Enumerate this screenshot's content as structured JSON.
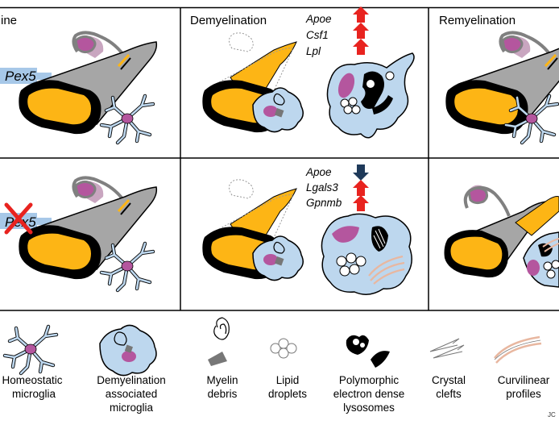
{
  "panels": {
    "baseline_label": "ine",
    "demyelination_label": "Demyelination",
    "remyelination_label": "Remyelination",
    "gene_label": "Pex5"
  },
  "demyelination_genes": {
    "top": [
      {
        "name": "Apoe",
        "direction": "up"
      },
      {
        "name": "Csf1",
        "direction": "up"
      },
      {
        "name": "Lpl",
        "direction": "up"
      }
    ],
    "bottom": [
      {
        "name": "Apoe",
        "direction": "down"
      },
      {
        "name": "Lgals3",
        "direction": "up"
      },
      {
        "name": "Gpnmb",
        "direction": "up"
      }
    ]
  },
  "legend": [
    {
      "line1": "Homeostatic",
      "line2": "microglia",
      "line3": ""
    },
    {
      "line1": "Demyelination",
      "line2": "associated",
      "line3": "microglia"
    },
    {
      "line1": "Myelin",
      "line2": "debris",
      "line3": ""
    },
    {
      "line1": "Lipid",
      "line2": "droplets",
      "line3": ""
    },
    {
      "line1": "Polymorphic",
      "line2": "electron dense",
      "line3": "lysosomes"
    },
    {
      "line1": "Crystal",
      "line2": "clefts",
      "line3": ""
    },
    {
      "line1": "Curvilinear",
      "line2": "profiles",
      "line3": ""
    }
  ],
  "watermark": "JC",
  "colors": {
    "myelin_gold": "#FDB515",
    "axon_gray": "#A6A6A6",
    "microglia_blue": "#BDD7EE",
    "nucleus_magenta": "#B4569E",
    "arrow_up": "#E8231F",
    "arrow_down": "#1F3A5A",
    "pex5_bar": "#A7C8E8",
    "knockout_x": "#E8231F"
  }
}
